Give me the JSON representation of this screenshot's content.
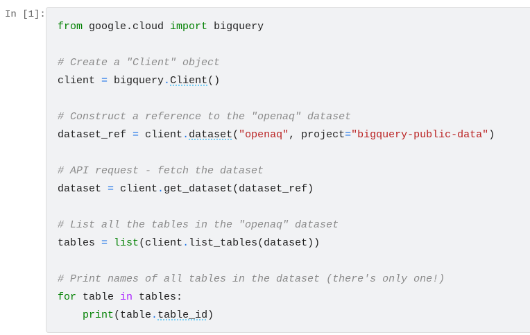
{
  "prompt": "In [1]:",
  "code_lines": [
    [
      [
        "kw",
        "from"
      ],
      [
        "t",
        " google.cloud "
      ],
      [
        "kw",
        "import"
      ],
      [
        "t",
        " bigquery"
      ]
    ],
    [],
    [
      [
        "cm",
        "# Create a \"Client\" object"
      ]
    ],
    [
      [
        "t",
        "client "
      ],
      [
        "op",
        "="
      ],
      [
        "t",
        " bigquery"
      ],
      [
        "op",
        "."
      ],
      [
        "ul",
        "Client"
      ],
      [
        "t",
        "()"
      ]
    ],
    [],
    [
      [
        "cm",
        "# Construct a reference to the \"openaq\" dataset"
      ]
    ],
    [
      [
        "t",
        "dataset_ref "
      ],
      [
        "op",
        "="
      ],
      [
        "t",
        " client"
      ],
      [
        "op",
        "."
      ],
      [
        "ul",
        "dataset"
      ],
      [
        "t",
        "("
      ],
      [
        "str",
        "\"openaq\""
      ],
      [
        "t",
        ", project"
      ],
      [
        "op",
        "="
      ],
      [
        "str",
        "\"bigquery-public-data\""
      ],
      [
        "t",
        ")"
      ]
    ],
    [],
    [
      [
        "cm",
        "# API request - fetch the dataset"
      ]
    ],
    [
      [
        "t",
        "dataset "
      ],
      [
        "op",
        "="
      ],
      [
        "t",
        " client"
      ],
      [
        "op",
        "."
      ],
      [
        "t",
        "get_dataset(dataset_ref)"
      ]
    ],
    [],
    [
      [
        "cm",
        "# List all the tables in the \"openaq\" dataset"
      ]
    ],
    [
      [
        "t",
        "tables "
      ],
      [
        "op",
        "="
      ],
      [
        "t",
        " "
      ],
      [
        "bi",
        "list"
      ],
      [
        "t",
        "(client"
      ],
      [
        "op",
        "."
      ],
      [
        "t",
        "list_tables(dataset))"
      ]
    ],
    [],
    [
      [
        "cm",
        "# Print names of all tables in the dataset (there's only one!)"
      ]
    ],
    [
      [
        "kw",
        "for"
      ],
      [
        "t",
        " table "
      ],
      [
        "kw2",
        "in"
      ],
      [
        "t",
        " tables:"
      ]
    ],
    [
      [
        "t",
        "    "
      ],
      [
        "bi",
        "print"
      ],
      [
        "t",
        "(table"
      ],
      [
        "op",
        "."
      ],
      [
        "ul",
        "table_id"
      ],
      [
        "t",
        ")"
      ]
    ]
  ]
}
